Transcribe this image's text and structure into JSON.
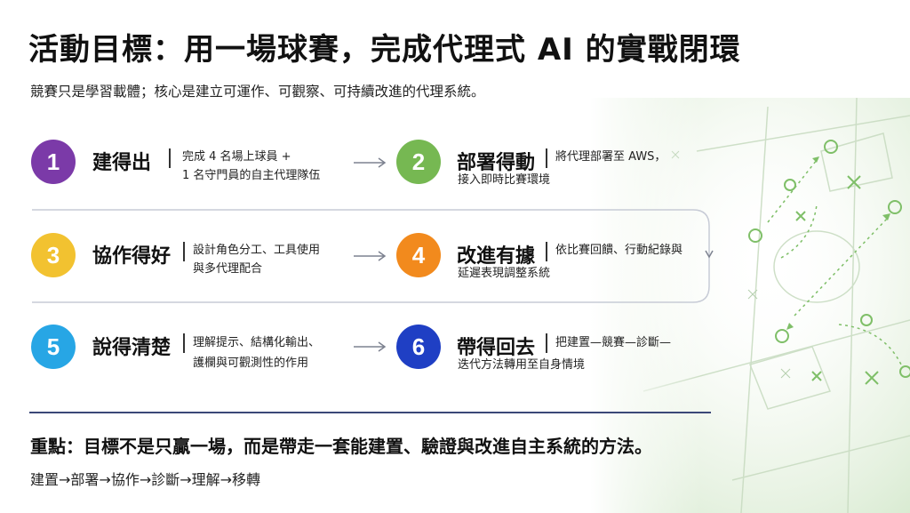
{
  "title": "活動目標：用一場球賽，完成代理式 AI 的實戰閉環",
  "subtitle": "競賽只是學習載體；核心是建立可運作、可觀察、可持續改進的代理系統。",
  "steps": [
    {
      "num": "1",
      "title": "建得出",
      "desc1": "完成 4 名場上球員 +",
      "desc2": "1 名守門員的自主代理隊伍",
      "color": "#7b3aa8"
    },
    {
      "num": "2",
      "title": "部署得動",
      "desc1": "將代理部署至 AWS，",
      "desc2": "接入即時比賽環境",
      "color": "#76b852"
    },
    {
      "num": "3",
      "title": "協作得好",
      "desc1": "設計角色分工、工具使用",
      "desc2": "與多代理配合",
      "color": "#f2c230"
    },
    {
      "num": "4",
      "title": "改進有據",
      "desc1": "依比賽回饋、行動紀錄與",
      "desc2": "延遲表現調整系統",
      "color": "#f28a1d"
    },
    {
      "num": "5",
      "title": "說得清楚",
      "desc1": "理解提示、結構化輸出、",
      "desc2": "護欄與可觀測性的作用",
      "color": "#27a6e5"
    },
    {
      "num": "6",
      "title": "帶得回去",
      "desc1": "把建置—競賽—診斷—",
      "desc2": "迭代方法轉用至自身情境",
      "color": "#1f3fc4"
    }
  ],
  "key_point": "重點：目標不是只贏一場，而是帶走一套能建置、驗證與改進自主系統的方法。",
  "flow": "建置→部署→協作→診斷→理解→移轉"
}
